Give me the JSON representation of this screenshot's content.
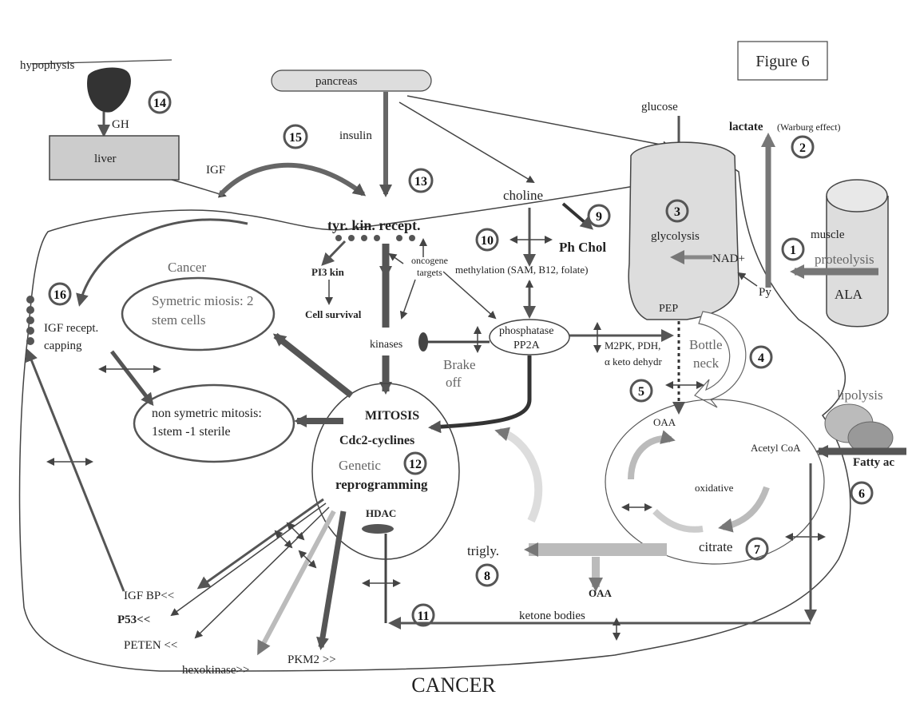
{
  "figure_label": "Figure 6",
  "bottom_title": "CANCER",
  "organs": {
    "hypophysis": "hypophysis",
    "pancreas": "pancreas",
    "liver": "liver",
    "muscle": "muscle",
    "proteolysis": "proteolysis",
    "ala": "ALA",
    "lipolysis": "lipolysis",
    "fatty_ac": "Fatty ac"
  },
  "signals": {
    "gh": "GH",
    "igf": "IGF",
    "insulin": "insulin",
    "glucose": "glucose",
    "lactate": "lactate",
    "warburg": "(Warburg effect)",
    "choline": "choline",
    "ph_chol": "Ph Chol",
    "tyr_kin": "tyr. kin. recept.",
    "cancer_label": "Cancer",
    "pi3_kin": "PI3 kin",
    "cell_survival": "Cell survival",
    "oncogene": "oncogene",
    "targets": "targets",
    "methylation": "methylation (SAM, B12, folate)",
    "phosphatase": "phosphatase",
    "pp2a": "PP2A",
    "kinases": "kinases",
    "brake": "Brake",
    "off": "off",
    "m2pk": "M2PK, PDH,",
    "keto": "α keto dehydr",
    "bottle": "Bottle",
    "neck": "neck",
    "glycolysis": "glycolysis",
    "nad": "NAD+",
    "py": "Py",
    "pep": "PEP",
    "oaa": "OAA",
    "acetyl_coa": "Acetyl CoA",
    "oxidative": "oxidative",
    "citrate": "citrate",
    "trigly": "trigly.",
    "oaa2": "OAA",
    "ketone": "ketone bodies",
    "mitosis": "MITOSIS",
    "cdc2": "Cdc2-cyclines",
    "genetic": "Genetic",
    "reprogramming": "reprogramming",
    "hdac": "HDAC",
    "symetric1": "Symetric miosis: 2",
    "symetric2": "stem cells",
    "nonsym1": "non symetric mitosis:",
    "nonsym2": "1stem -1 sterile",
    "igf_recept": "IGF recept.",
    "capping": "capping",
    "igf_bp": "IGF BP<<",
    "p53": "P53<<",
    "peten": "PETEN <<",
    "pkm2": "PKM2 >>",
    "hexokinase": "hexokinase>>"
  },
  "numbers": [
    "1",
    "2",
    "3",
    "4",
    "5",
    "6",
    "7",
    "8",
    "9",
    "10",
    "11",
    "12",
    "13",
    "14",
    "15",
    "16"
  ]
}
